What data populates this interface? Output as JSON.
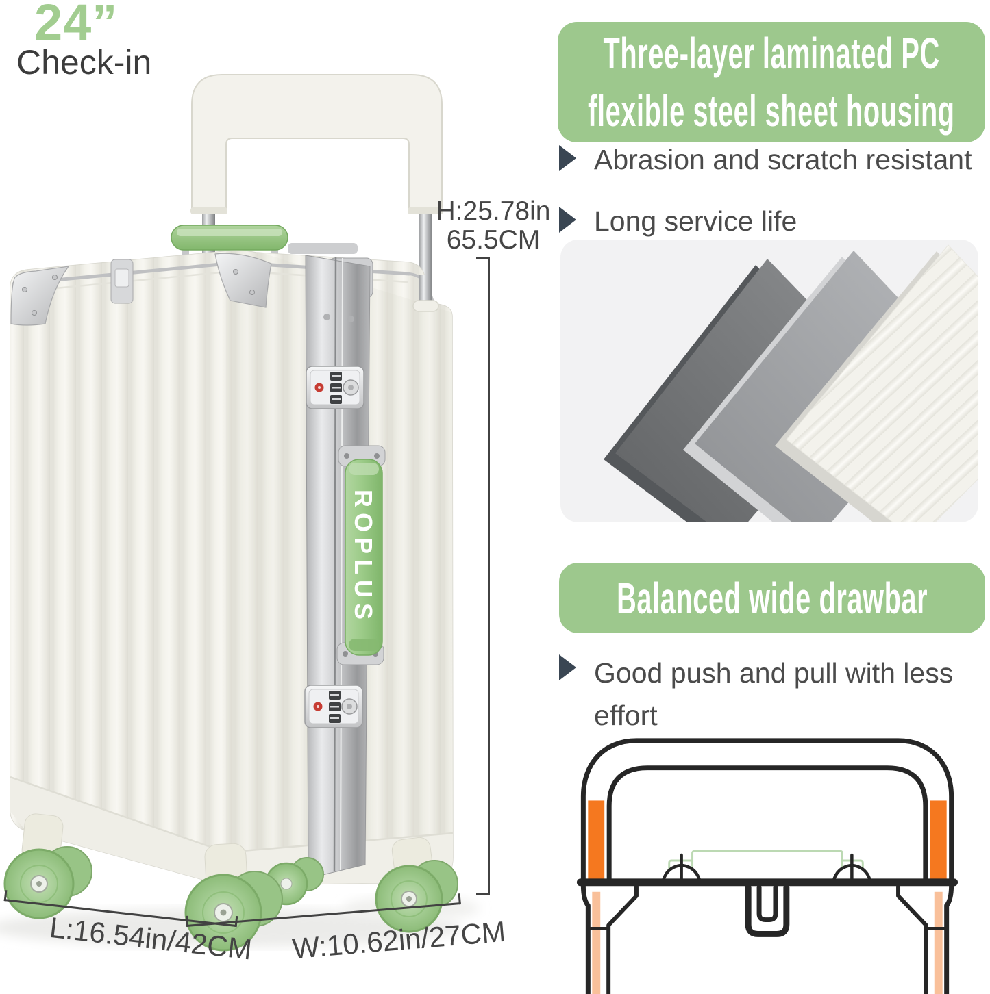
{
  "badge": {
    "size_label": "24”",
    "type_label": "Check-in"
  },
  "suitcase": {
    "brand_label": "ROPLUS"
  },
  "dimensions": {
    "height_in": "H:25.78in",
    "height_cm": "65.5CM",
    "length": "L:16.54in/42CM",
    "width": "W:10.62in/27CM"
  },
  "sections": [
    {
      "banner_line1": "Three-layer laminated PC",
      "banner_line2": "flexible steel sheet housing",
      "bullets": [
        "Abrasion and scratch resistant",
        "Long service life"
      ]
    },
    {
      "banner": "Balanced wide drawbar",
      "bullets": [
        "Good push and pull with less effort"
      ]
    }
  ],
  "colors": {
    "accent_green": "#9dc88d",
    "badge_green": "#a2cd90",
    "bullet_arrow": "#3a4653",
    "bullet_text": "#4b4b4b",
    "dimension_text": "#454545",
    "case_cream": "#f1f0e9",
    "aluminum": "#c6c7c9",
    "handle_green": "#9ccb88",
    "wheel_green": "#a3cc92",
    "diagram_line": "#262626",
    "diagram_orange": "#f5781f",
    "diagram_light_orange": "#f9c09a",
    "diagram_green_outline": "#bcd9b3",
    "panel_background": "#f2f2f3"
  }
}
